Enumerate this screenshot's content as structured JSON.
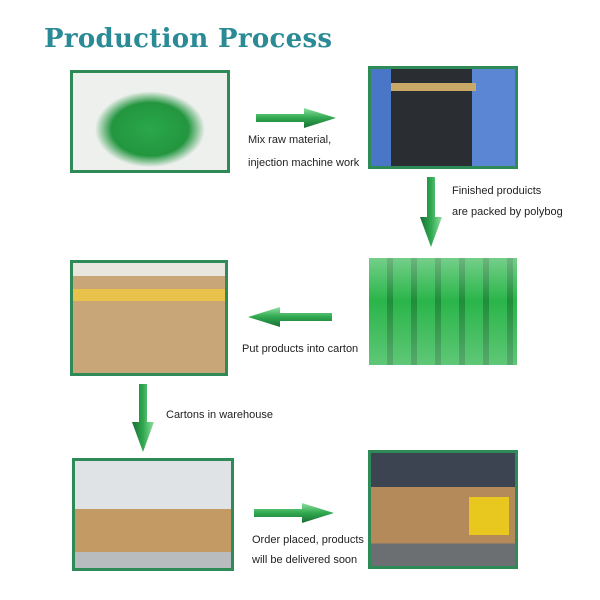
{
  "title": "Production Process",
  "steps": [
    {
      "caption_lines": [
        "Mix raw material,",
        "injection machine work"
      ]
    },
    {
      "caption_lines": [
        "Finished produicts",
        "are packed by polybog"
      ]
    },
    {
      "caption_lines": [
        "Put products into carton"
      ]
    },
    {
      "caption_lines": [
        "Cartons in warehouse"
      ]
    },
    {
      "caption_lines": [
        "Order placed, products",
        "will be delivered soon"
      ]
    }
  ],
  "colors": {
    "title": "#2a8a96",
    "frame": "#2e8b57",
    "arrow": "#2fa84f"
  }
}
